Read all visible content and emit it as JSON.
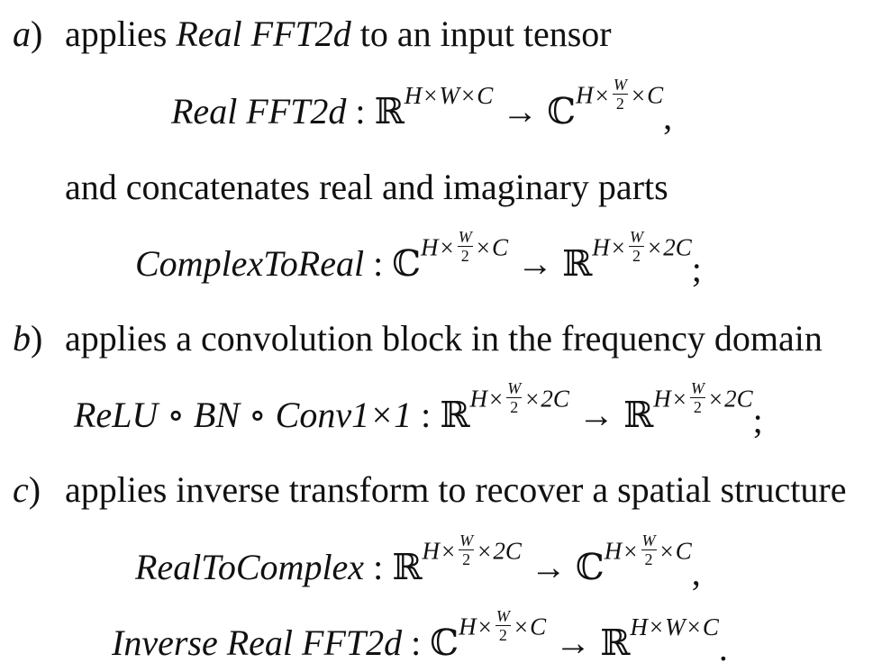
{
  "items": [
    {
      "label": "a",
      "text_pre": "applies ",
      "text_em": "Real FFT2d",
      "text_post": " to an input tensor",
      "eq1": {
        "name": "Real FFT2d",
        "domain_set": "ℝ",
        "domain_exp": [
          "H",
          "W",
          "C"
        ],
        "codomain_set": "ℂ",
        "codomain_prefix": "H",
        "codomain_frac_num": "W",
        "codomain_frac_den": "2",
        "codomain_suffix": "C",
        "punct": ","
      },
      "text2": "and concatenates real and imaginary parts",
      "eq2": {
        "name": "ComplexToReal",
        "domain_set": "ℂ",
        "domain_prefix": "H",
        "domain_frac_num": "W",
        "domain_frac_den": "2",
        "domain_suffix": "C",
        "codomain_set": "ℝ",
        "codomain_prefix": "H",
        "codomain_frac_num": "W",
        "codomain_frac_den": "2",
        "codomain_suffix": "2C",
        "punct": ";"
      }
    },
    {
      "label": "b",
      "text": "applies a convolution block in the frequency domain",
      "eq": {
        "name": "ReLU ∘ BN ∘ Conv1×1",
        "domain_set": "ℝ",
        "domain_prefix": "H",
        "domain_frac_num": "W",
        "domain_frac_den": "2",
        "domain_suffix": "2C",
        "codomain_set": "ℝ",
        "codomain_prefix": "H",
        "codomain_frac_num": "W",
        "codomain_frac_den": "2",
        "codomain_suffix": "2C",
        "punct": ";"
      }
    },
    {
      "label": "c",
      "text": "applies inverse transform to recover a spatial structure",
      "eq1": {
        "name": "RealToComplex",
        "domain_set": "ℝ",
        "domain_prefix": "H",
        "domain_frac_num": "W",
        "domain_frac_den": "2",
        "domain_suffix": "2C",
        "codomain_set": "ℂ",
        "codomain_prefix": "H",
        "codomain_frac_num": "W",
        "codomain_frac_den": "2",
        "codomain_suffix": "C",
        "punct": ","
      },
      "eq2": {
        "name": "Inverse Real FFT2d",
        "domain_set": "ℂ",
        "domain_prefix": "H",
        "domain_frac_num": "W",
        "domain_frac_den": "2",
        "domain_suffix": "C",
        "codomain_set": "ℝ",
        "codomain_exp": [
          "H",
          "W",
          "C"
        ],
        "punct": "."
      }
    }
  ],
  "symbols": {
    "colon": " : ",
    "arrow": "→",
    "times": "×"
  }
}
